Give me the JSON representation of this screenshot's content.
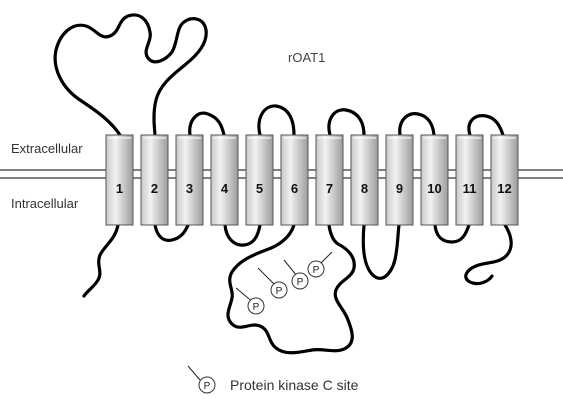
{
  "title": "rOAT1",
  "labels": {
    "extracellular": "Extracellular",
    "intracellular": "Intracellular"
  },
  "helices": [
    "1",
    "2",
    "3",
    "4",
    "5",
    "6",
    "7",
    "8",
    "9",
    "10",
    "11",
    "12"
  ],
  "phospho_symbol": "P",
  "legend": {
    "symbol": "P",
    "text": "Protein kinase C site"
  },
  "colors": {
    "helix_light": "#f4f4f4",
    "helix_dark": "#9a9a9a",
    "helix_stroke": "#555555",
    "loop": "#000000"
  }
}
